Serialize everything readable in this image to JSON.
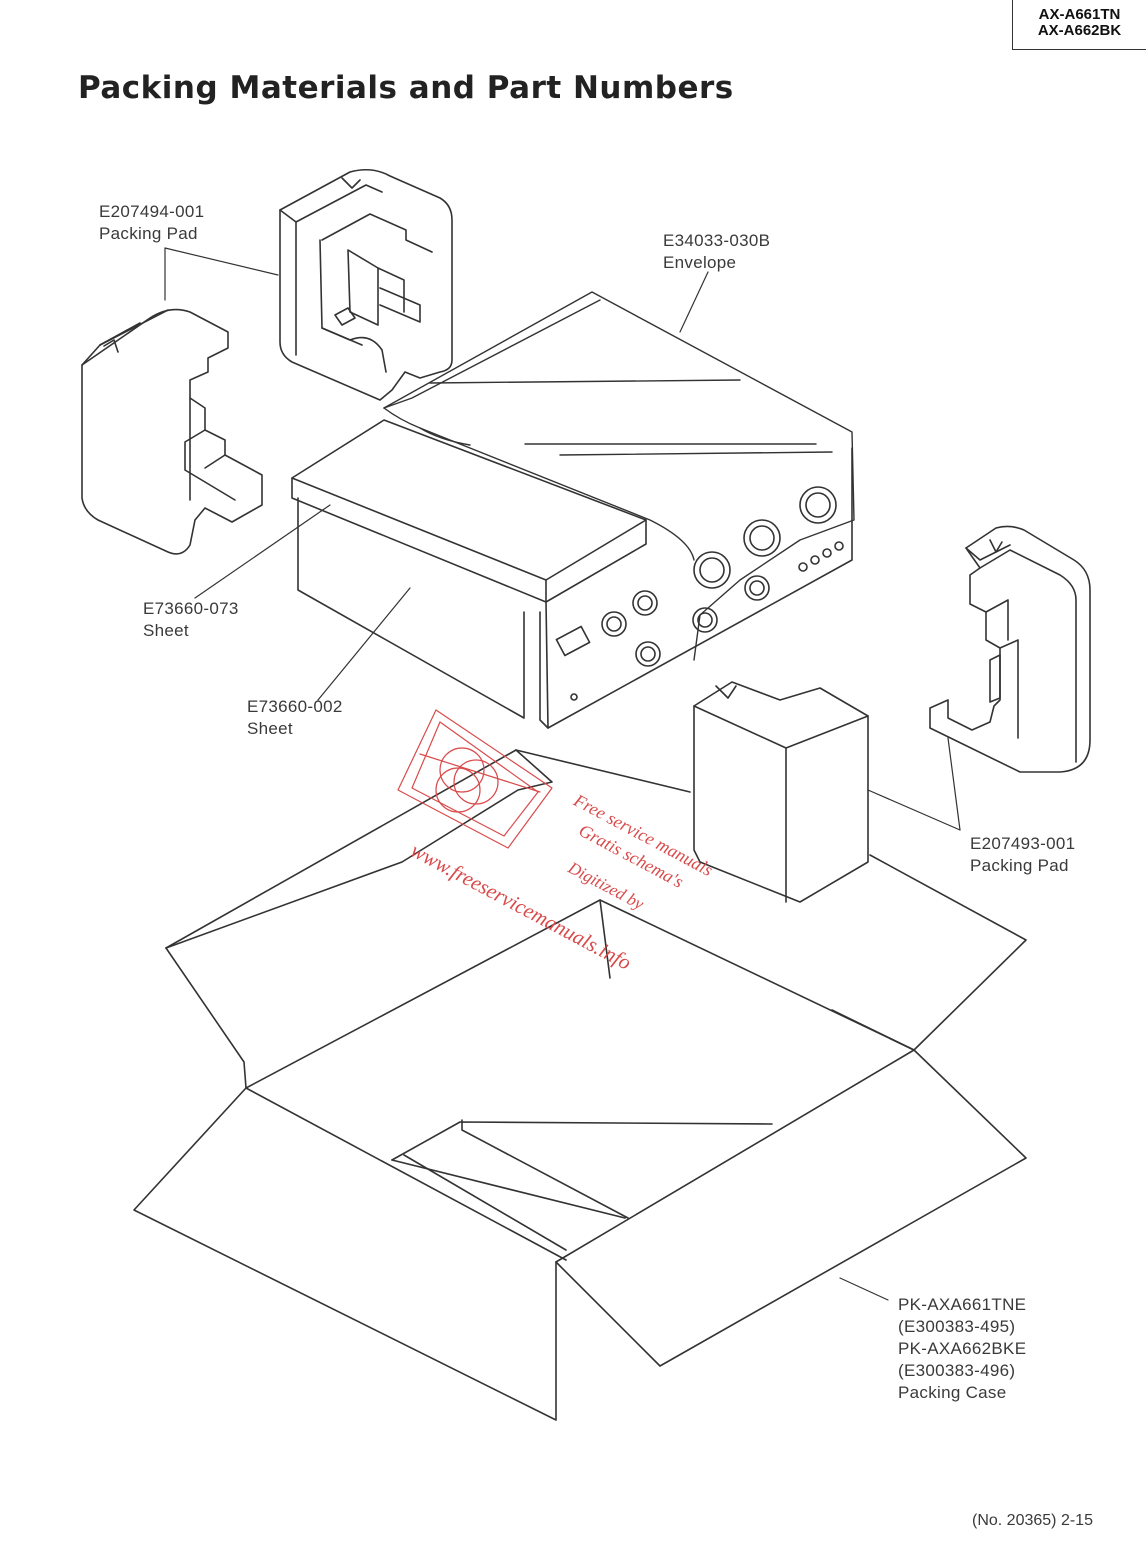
{
  "header": {
    "models": [
      "AX-A661TN",
      "AX-A662BK"
    ]
  },
  "title": "Packing Materials and Part Numbers",
  "callouts": {
    "pad_left": {
      "part_no": "E207494-001",
      "name": "Packing Pad"
    },
    "envelope": {
      "part_no": "E34033-030B",
      "name": "Envelope"
    },
    "sheet_top": {
      "part_no": "E73660-073",
      "name": "Sheet"
    },
    "sheet_side": {
      "part_no": "E73660-002",
      "name": "Sheet"
    },
    "pad_right": {
      "part_no": "E207493-001",
      "name": "Packing Pad"
    },
    "case": {
      "line1": "PK-AXA661TNE",
      "line2": "(E300383-495)",
      "line3": "PK-AXA662BKE",
      "line4": "(E300383-496)",
      "name": "Packing Case"
    }
  },
  "watermark": {
    "line1": "Free service manuals",
    "line2": "Gratis schema's",
    "line3": "Digitized by",
    "url": "www.freeservicemanuals.info",
    "color": "#d94a4a"
  },
  "footer": "(No. 20365) 2-15"
}
